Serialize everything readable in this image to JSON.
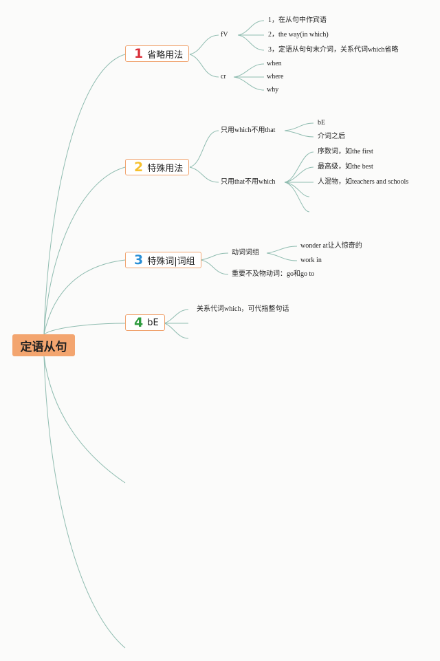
{
  "root": {
    "label": "定语从句"
  },
  "colors": {
    "line": "#8fbcb0",
    "root_fill": "#f3a56f",
    "branch_border": "#f0a36e",
    "num1": "#d9303a",
    "num2": "#f6c02c",
    "num3": "#2a8fd6",
    "num4": "#2e9b3e"
  },
  "branches": [
    {
      "number": "1",
      "label": "省略用法",
      "groups": [
        {
          "label": "fV",
          "items": [
            "1，在从句中作宾语",
            "2，the way(in which)",
            "3，定语从句句末介词，关系代词which省略"
          ]
        },
        {
          "label": "cr",
          "items": [
            "when",
            "where",
            "why"
          ]
        }
      ]
    },
    {
      "number": "2",
      "label": "特殊用法",
      "groups": [
        {
          "label": "只用which不用that",
          "items": [
            "bE",
            "介词之后"
          ]
        },
        {
          "label": "只用that不用which",
          "items": [
            "序数词，如the first",
            "最高级，如the best",
            "人混物，如teachers and schools",
            "",
            ""
          ]
        }
      ]
    },
    {
      "number": "3",
      "label": "特殊词|词组",
      "groups": [
        {
          "label": "动词词组",
          "items": [
            "wonder at让人惊奇的",
            "work in"
          ]
        },
        {
          "label": "重要不及物动词：go和go to",
          "items": []
        }
      ]
    },
    {
      "number": "4",
      "label": "bE",
      "groups": [
        {
          "label": "关系代词which，可代指整句话",
          "items": []
        }
      ]
    }
  ]
}
